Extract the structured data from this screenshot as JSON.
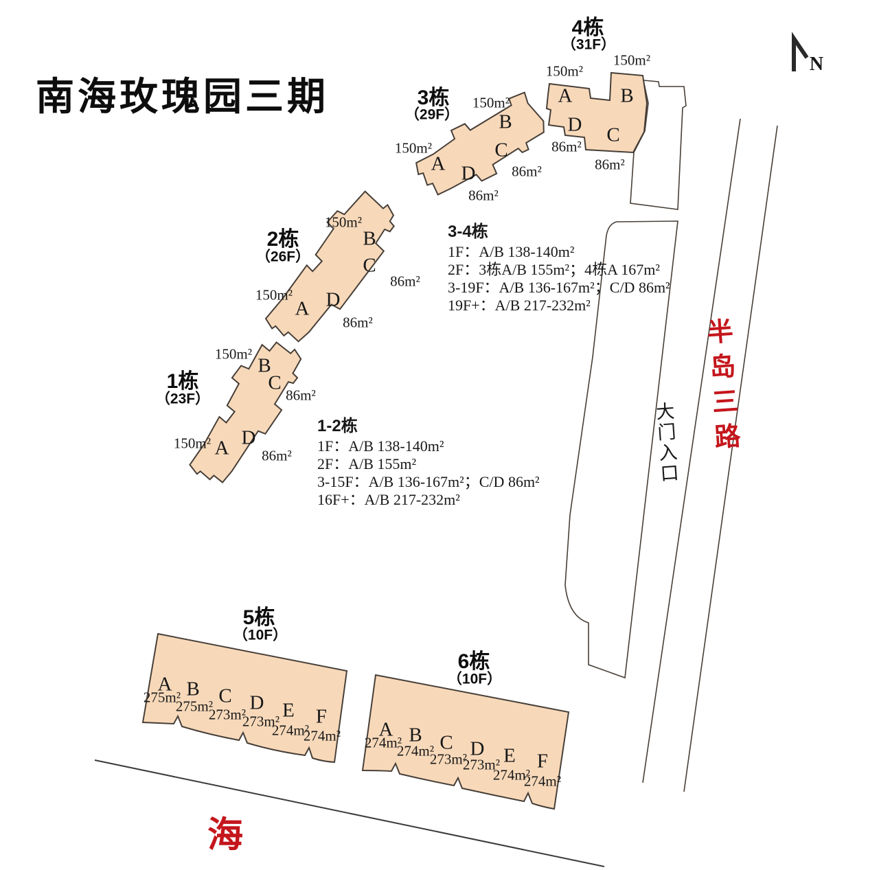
{
  "title": "南海玫瑰园三期",
  "north_label": "N",
  "map_labels": {
    "road": "半岛三路",
    "gate": "大门入口",
    "sea": "海"
  },
  "buildings": [
    {
      "name": "1栋",
      "floors": "（23F）",
      "units": [
        {
          "label": "A",
          "area": "150m²"
        },
        {
          "label": "B",
          "area": "150m²"
        },
        {
          "label": "C",
          "area": "86m²"
        },
        {
          "label": "D",
          "area": "86m²"
        }
      ]
    },
    {
      "name": "2栋",
      "floors": "（26F）",
      "units": [
        {
          "label": "A",
          "area": "150m²"
        },
        {
          "label": "B",
          "area": "150m²"
        },
        {
          "label": "C",
          "area": "86m²"
        },
        {
          "label": "D",
          "area": "86m²"
        }
      ]
    },
    {
      "name": "3栋",
      "floors": "（29F）",
      "units": [
        {
          "label": "A",
          "area": "150m²"
        },
        {
          "label": "B",
          "area": "150m²"
        },
        {
          "label": "C",
          "area": "86m²"
        },
        {
          "label": "D",
          "area": "86m²"
        }
      ]
    },
    {
      "name": "4栋",
      "floors": "（31F）",
      "units": [
        {
          "label": "A",
          "area": "150m²"
        },
        {
          "label": "B",
          "area": "150m²"
        },
        {
          "label": "C",
          "area": "86m²"
        },
        {
          "label": "D",
          "area": "86m²"
        }
      ]
    },
    {
      "name": "5栋",
      "floors": "（10F）",
      "units": [
        {
          "label": "A",
          "area": "275m²"
        },
        {
          "label": "B",
          "area": "275m²"
        },
        {
          "label": "C",
          "area": "273m²"
        },
        {
          "label": "D",
          "area": "273m²"
        },
        {
          "label": "E",
          "area": "274m²"
        },
        {
          "label": "F",
          "area": "274m²"
        }
      ]
    },
    {
      "name": "6栋",
      "floors": "（10F）",
      "units": [
        {
          "label": "A",
          "area": "274m²"
        },
        {
          "label": "B",
          "area": "274m²"
        },
        {
          "label": "C",
          "area": "273m²"
        },
        {
          "label": "D",
          "area": "273m²"
        },
        {
          "label": "E",
          "area": "274m²"
        },
        {
          "label": "F",
          "area": "274m²"
        }
      ]
    }
  ],
  "info_blocks": [
    {
      "title": "1-2栋",
      "lines": [
        "1F：A/B 138-140m²",
        "2F：A/B 155m²",
        "3-15F：A/B 136-167m²；C/D 86m²",
        "16F+：A/B 217-232m²"
      ]
    },
    {
      "title": "3-4栋",
      "lines": [
        "1F：A/B 138-140m²",
        "2F：3栋A/B 155m²；4栋A 167m²",
        "3-19F：A/B 136-167m²；C/D 86m²",
        "19F+：A/B 217-232m²"
      ]
    }
  ],
  "colors": {
    "building_fill": "#F7D9BA",
    "outline": "#473F38",
    "accent_red": "#C4161C"
  }
}
